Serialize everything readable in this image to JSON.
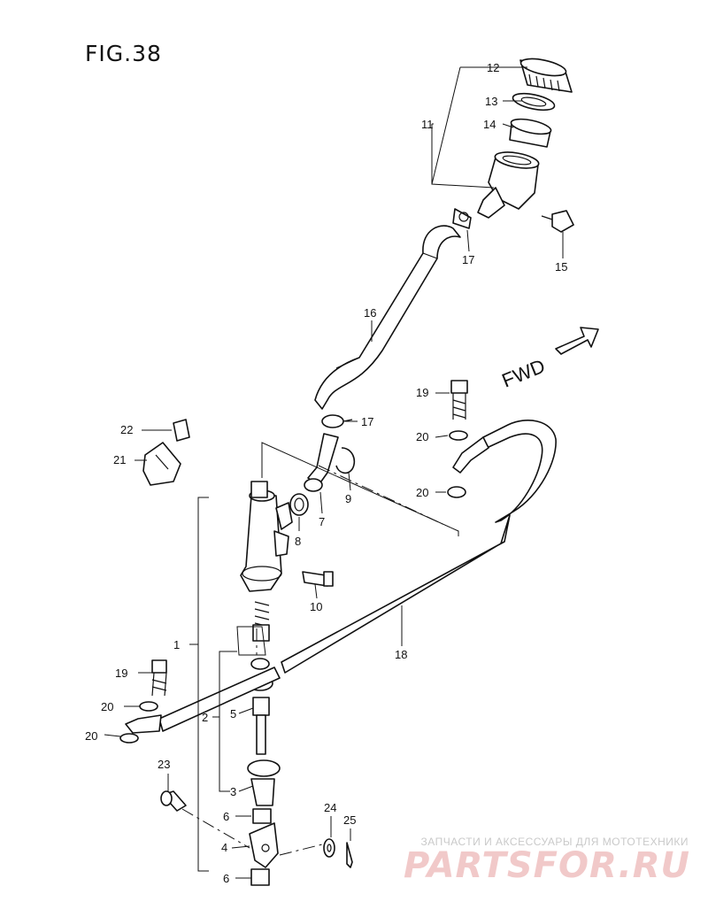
{
  "figure": {
    "title": "FIG.38",
    "fwd_label": "FWD"
  },
  "callouts": {
    "c1": "1",
    "c2": "2",
    "c3": "3",
    "c4": "4",
    "c5": "5",
    "c6a": "6",
    "c6b": "6",
    "c7": "7",
    "c8": "8",
    "c9": "9",
    "c10": "10",
    "c11": "11",
    "c12": "12",
    "c13": "13",
    "c14": "14",
    "c15": "15",
    "c16": "16",
    "c17a": "17",
    "c17b": "17",
    "c18": "18",
    "c19a": "19",
    "c19b": "19",
    "c20a": "20",
    "c20b": "20",
    "c20c": "20",
    "c20d": "20",
    "c21": "21",
    "c22": "22",
    "c23": "23",
    "c24": "24",
    "c25": "25"
  },
  "watermark": {
    "caption": "ЗАПЧАСТИ И АКСЕССУАРЫ ДЛЯ МОТОТЕХНИКИ",
    "brand": "PARTSFOR.RU"
  },
  "colors": {
    "line": "#111111",
    "background": "#ffffff",
    "watermark_brand": "#f1c9c9"
  }
}
